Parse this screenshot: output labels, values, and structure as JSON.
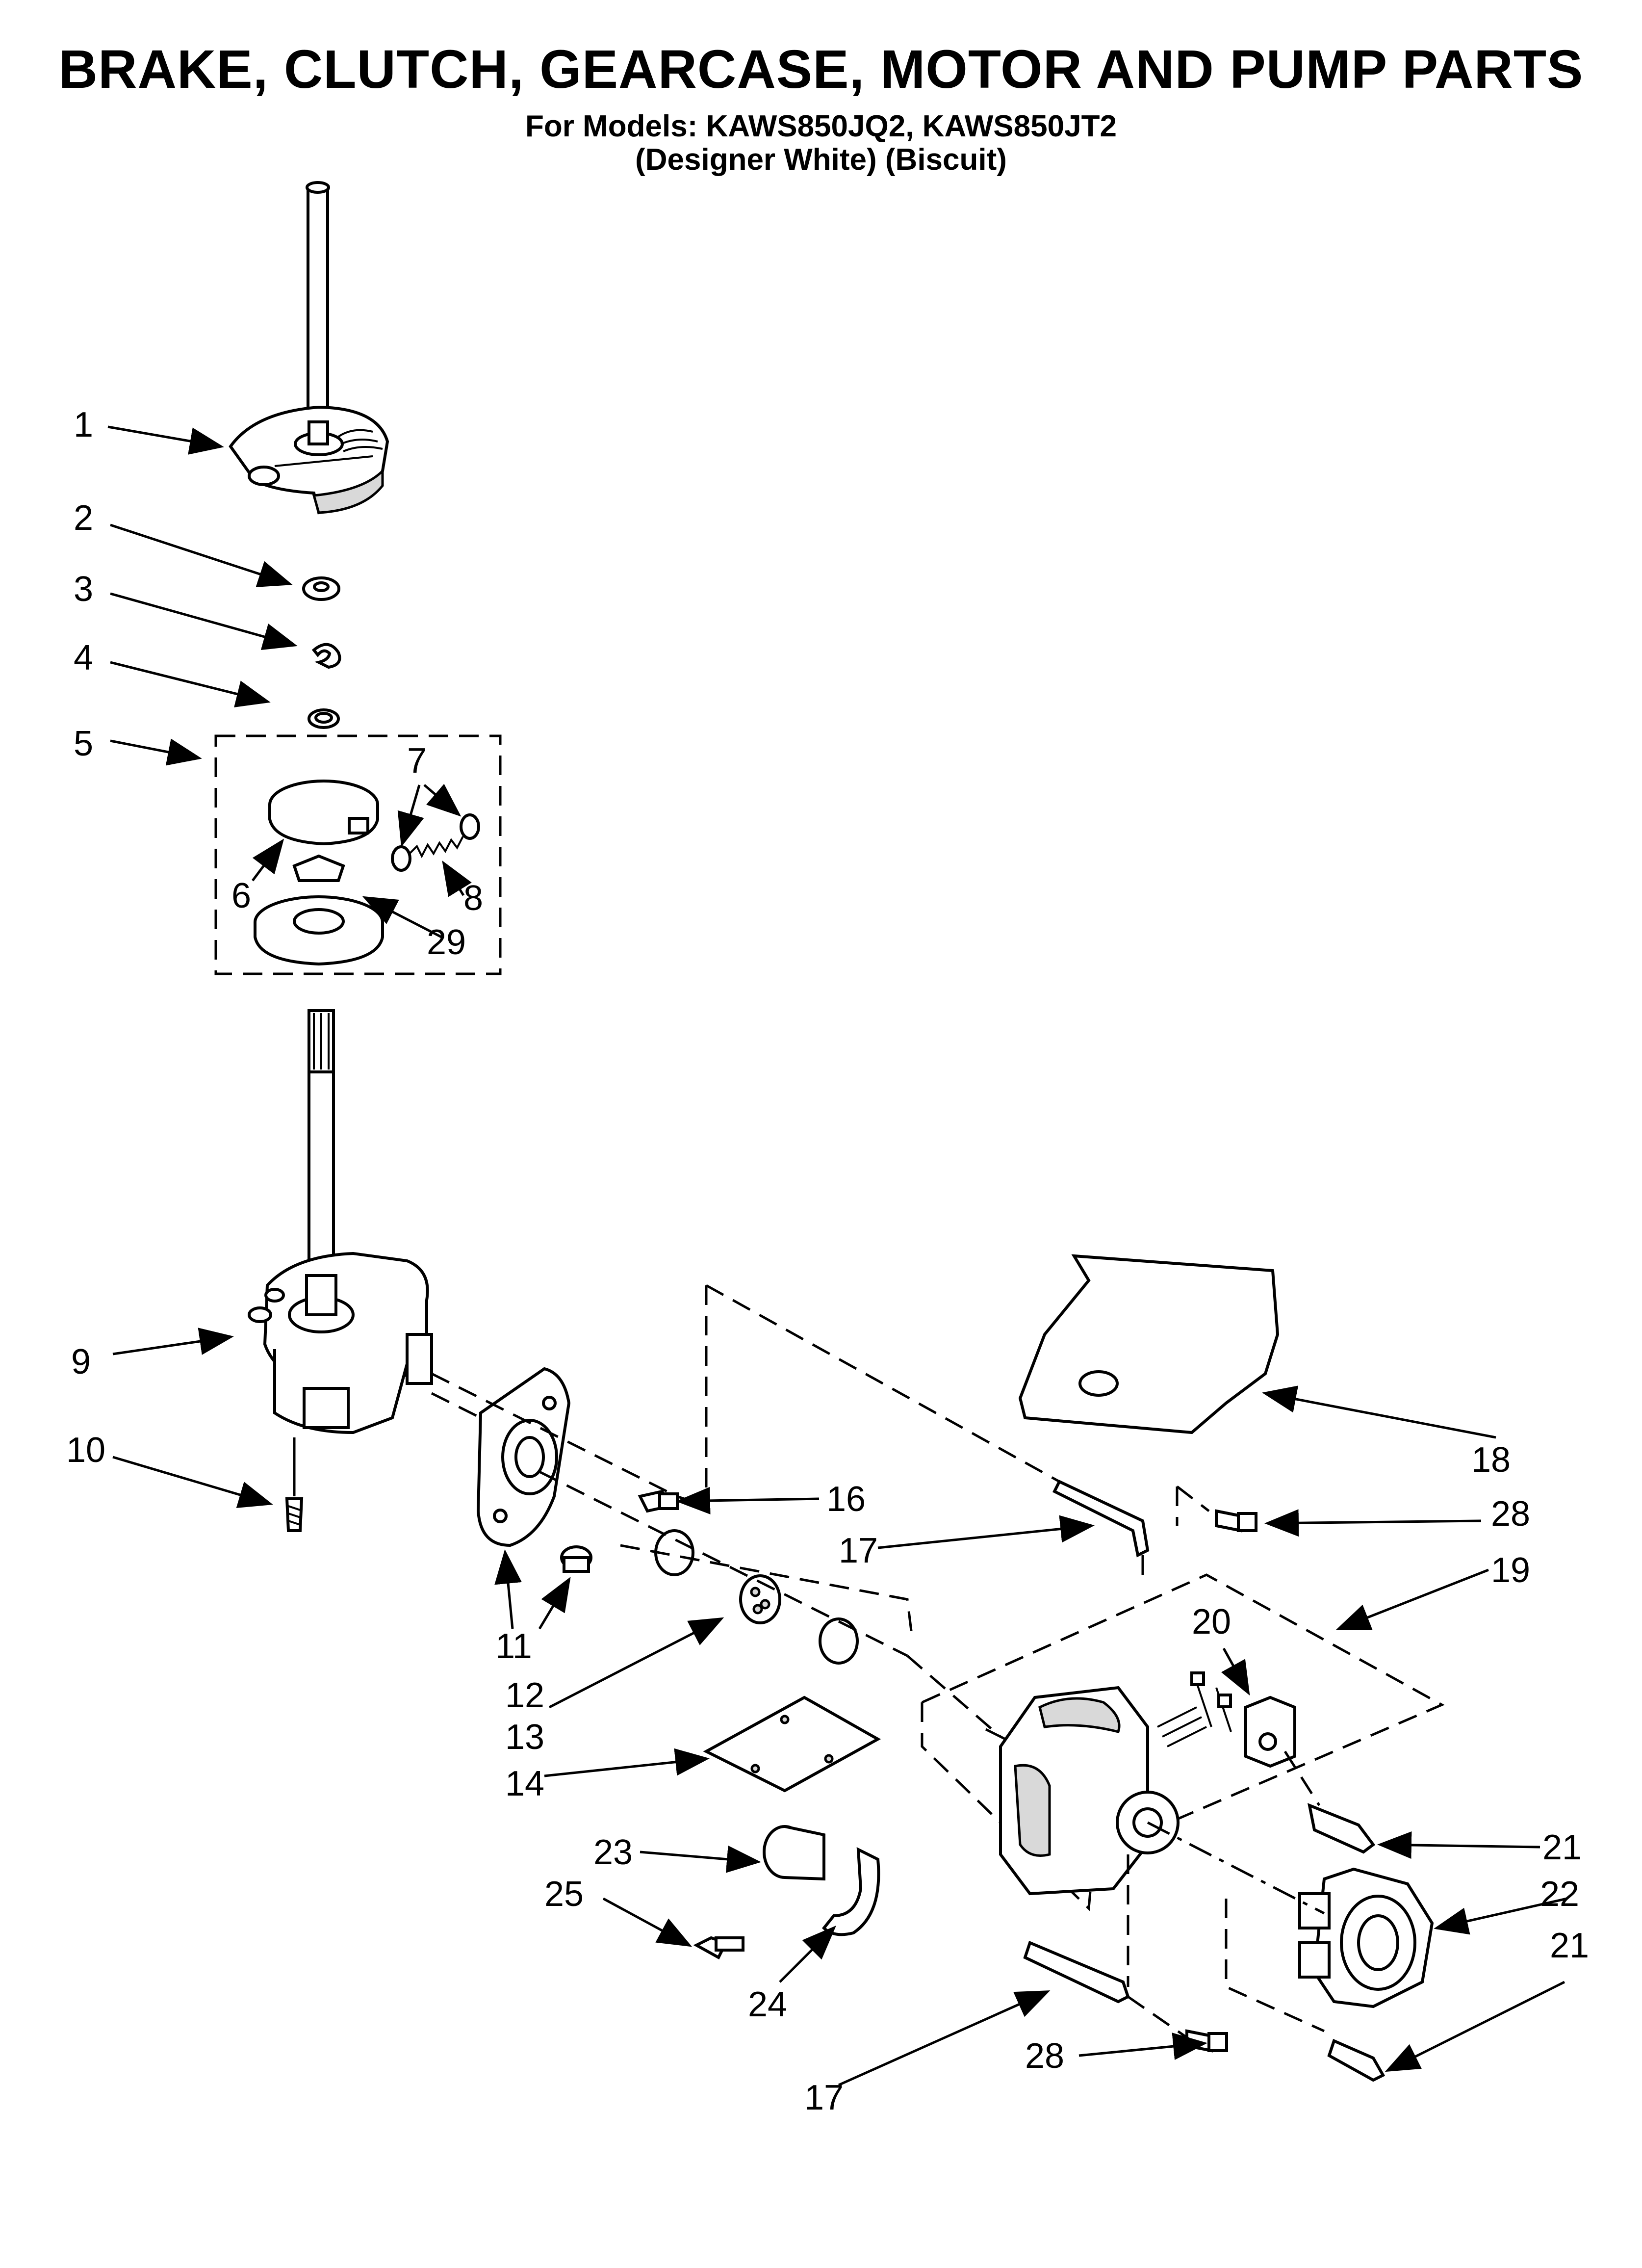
{
  "header": {
    "title": "BRAKE, CLUTCH, GEARCASE, MOTOR AND PUMP PARTS",
    "models_line": "For Models: KAWS850JQ2, KAWS850JT2",
    "colors_line": "(Designer White)  (Biscuit)"
  },
  "callouts": {
    "c1": "1",
    "c2": "2",
    "c3": "3",
    "c4": "4",
    "c5": "5",
    "c6": "6",
    "c7": "7",
    "c8": "8",
    "c9": "9",
    "c10": "10",
    "c11": "11",
    "c12": "12",
    "c13": "13",
    "c14": "14",
    "c16": "16",
    "c17a": "17",
    "c17b": "17",
    "c18": "18",
    "c19": "19",
    "c20": "20",
    "c21a": "21",
    "c21b": "21",
    "c22": "22",
    "c23": "23",
    "c24": "24",
    "c25": "25",
    "c28a": "28",
    "c28b": "28",
    "c29": "29"
  }
}
